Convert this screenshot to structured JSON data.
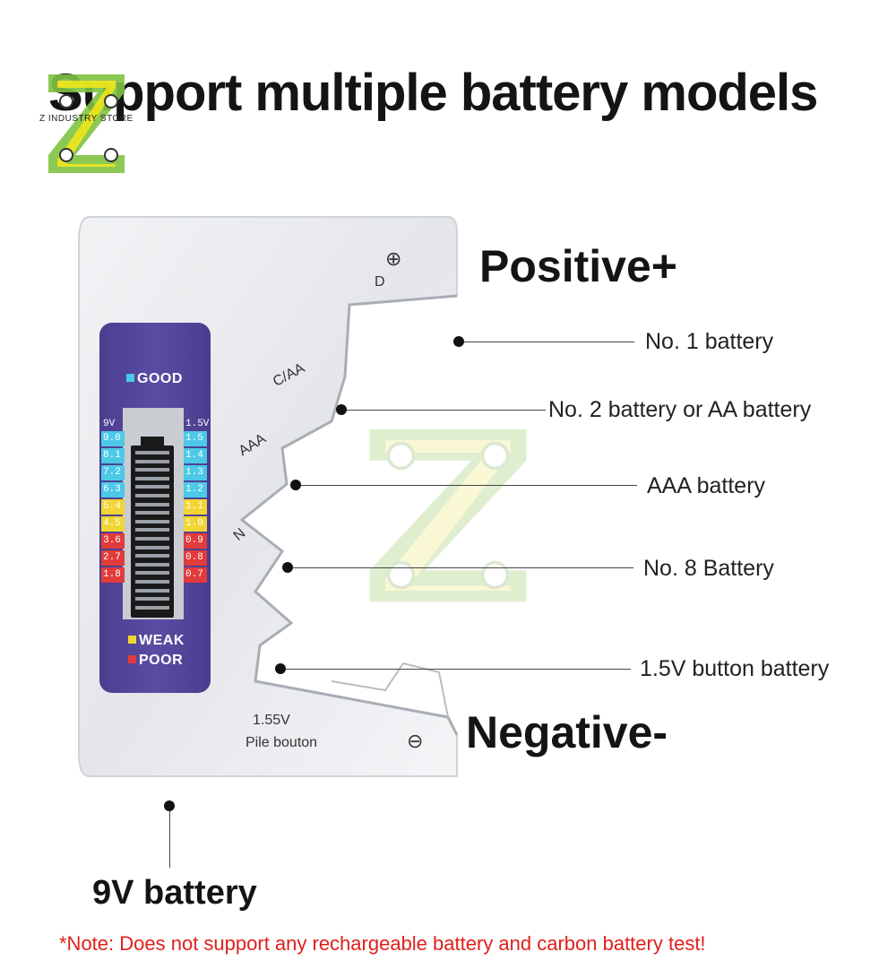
{
  "title": "Support multiple battery models",
  "logo": {
    "text": "Z INDUSTRY STORE",
    "name": "logo-z-icon"
  },
  "labels": {
    "positive": "Positive+",
    "negative": "Negative-",
    "no1": "No. 1 battery",
    "no2_aa": "No. 2 battery or AA battery",
    "aaa": "AAA battery",
    "no8": "No. 8 Battery",
    "button": "1.5V button battery",
    "ninev": "9V battery"
  },
  "note": "*Note: Does not support any rechargeable battery and carbon battery test!",
  "device": {
    "slot_d": "D",
    "slot_caa": "C/AA",
    "slot_aaa": "AAA",
    "slot_n": "N",
    "button_voltage": "1.55V",
    "button_name": "Pile bouton",
    "plus_symbol": "⊕",
    "minus_symbol": "⊖"
  },
  "lcd": {
    "good": "GOOD",
    "weak": "WEAK",
    "poor": "POOR",
    "left_header": "9V",
    "right_header": "1.5V",
    "left_values": [
      "9.0",
      "8.1",
      "7.2",
      "6.3",
      "5.4",
      "4.5",
      "3.6",
      "2.7",
      "1.8"
    ],
    "right_values": [
      "1.5",
      "1.4",
      "1.3",
      "1.2",
      "1.1",
      "1.0",
      "0.9",
      "0.8",
      "0.7"
    ],
    "colors": {
      "good": "#4cc9e6",
      "weak": "#f1d534",
      "poor": "#e23b3b"
    }
  }
}
